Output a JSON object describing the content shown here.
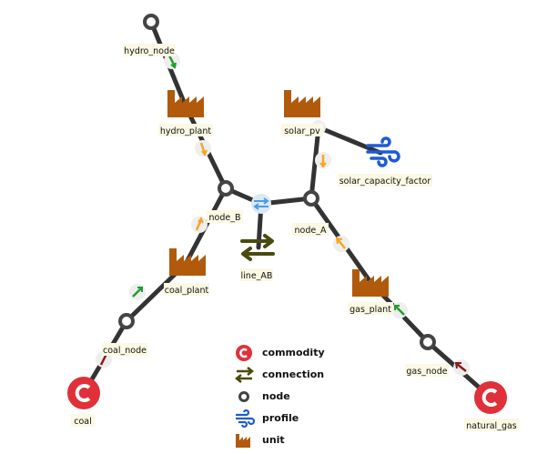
{
  "nodes": {
    "hydro_node": "hydro_node",
    "hydro_plant": "hydro_plant",
    "solar_pv": "solar_pv",
    "solar_capacity_factor": "solar_capacity_factor",
    "node_B": "node_B",
    "node_A": "node_A",
    "line_AB": "line_AB",
    "coal_plant": "coal_plant",
    "gas_plant": "gas_plant",
    "coal_node": "coal_node",
    "gas_node": "gas_node",
    "coal": "coal",
    "natural_gas": "natural_gas"
  },
  "legend": [
    {
      "label": "commodity",
      "icon": "commodity-icon"
    },
    {
      "label": "connection",
      "icon": "connection-icon"
    },
    {
      "label": "node",
      "icon": "node-icon"
    },
    {
      "label": "profile",
      "icon": "profile-icon"
    },
    {
      "label": "unit",
      "icon": "unit-icon"
    }
  ],
  "colors": {
    "edge": "#333333",
    "unit": "#b25a0c",
    "commodity": "#e0303a",
    "connection": "#4a4a10",
    "profile": "#1e5ad8",
    "arrow_orange": "#f5a623",
    "arrow_green": "#1f9d2a",
    "arrow_red": "#8b1a1a"
  }
}
